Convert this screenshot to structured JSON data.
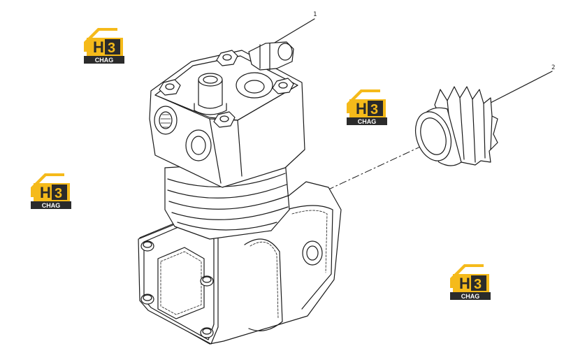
{
  "callouts": {
    "part_1": "1",
    "part_2": "2"
  },
  "logos": [
    {
      "mark": "H",
      "mark2": "3",
      "text": "CHAG"
    },
    {
      "mark": "H",
      "mark2": "3",
      "text": "CHAG"
    },
    {
      "mark": "H",
      "mark2": "3",
      "text": "CHAG"
    },
    {
      "mark": "H",
      "mark2": "3",
      "text": "CHAG"
    }
  ],
  "colors": {
    "logo_yellow": "#F5BA1A",
    "logo_dark": "#2B2B2B",
    "line": "#1a1a1a"
  }
}
